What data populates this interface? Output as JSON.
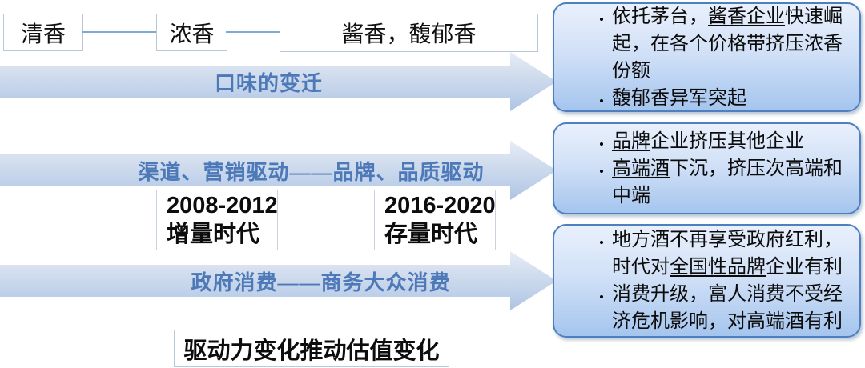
{
  "flavor_flow": {
    "boxes": [
      {
        "label": "清香"
      },
      {
        "label": "浓香"
      },
      {
        "label": "酱香，馥郁香"
      }
    ]
  },
  "arrows": [
    {
      "label": "口味的变迁"
    },
    {
      "label": "渠道、营销驱动——品牌、品质驱动"
    },
    {
      "label": "政府消费——商务大众消费"
    }
  ],
  "era_boxes": [
    {
      "period": "2008-2012",
      "name": "增量时代"
    },
    {
      "period": "2016-2020",
      "name": "存量时代"
    }
  ],
  "conclusion_box": {
    "label": "驱动力变化推动估值变化"
  },
  "callouts": [
    {
      "bullets": [
        {
          "segments": [
            {
              "text": "依托茅台，"
            },
            {
              "text": "酱香企业",
              "underline": true
            },
            {
              "text": "快速崛起，在各个价格带挤压浓香份额"
            }
          ]
        },
        {
          "segments": [
            {
              "text": "馥郁香异军突起"
            }
          ]
        }
      ]
    },
    {
      "bullets": [
        {
          "segments": [
            {
              "text": "品牌",
              "underline": true
            },
            {
              "text": "企业挤压其他企业"
            }
          ]
        },
        {
          "segments": [
            {
              "text": "高端酒",
              "underline": true
            },
            {
              "text": "下沉，挤压次高端和中端"
            }
          ]
        }
      ]
    },
    {
      "bullets": [
        {
          "segments": [
            {
              "text": "地方酒不再享受政府红利，时代对"
            },
            {
              "text": "全国性品牌",
              "underline": true
            },
            {
              "text": "企业有利"
            }
          ]
        },
        {
          "segments": [
            {
              "text": "消费升级，富人消费不受经济危机影响，对高端酒有利"
            }
          ]
        }
      ]
    }
  ],
  "colors": {
    "arrow_fill_top": "#e6edf7",
    "arrow_fill_bottom": "#aec3e2",
    "arrow_text": "#4d79b8",
    "callout_border": "#4d7fc1",
    "callout_fill_top": "#e9f0fc",
    "callout_fill_bottom": "#a5c5ee",
    "box_border": "#b9c6da",
    "connector": "#7fa8d4",
    "text": "#0d0d0d"
  }
}
